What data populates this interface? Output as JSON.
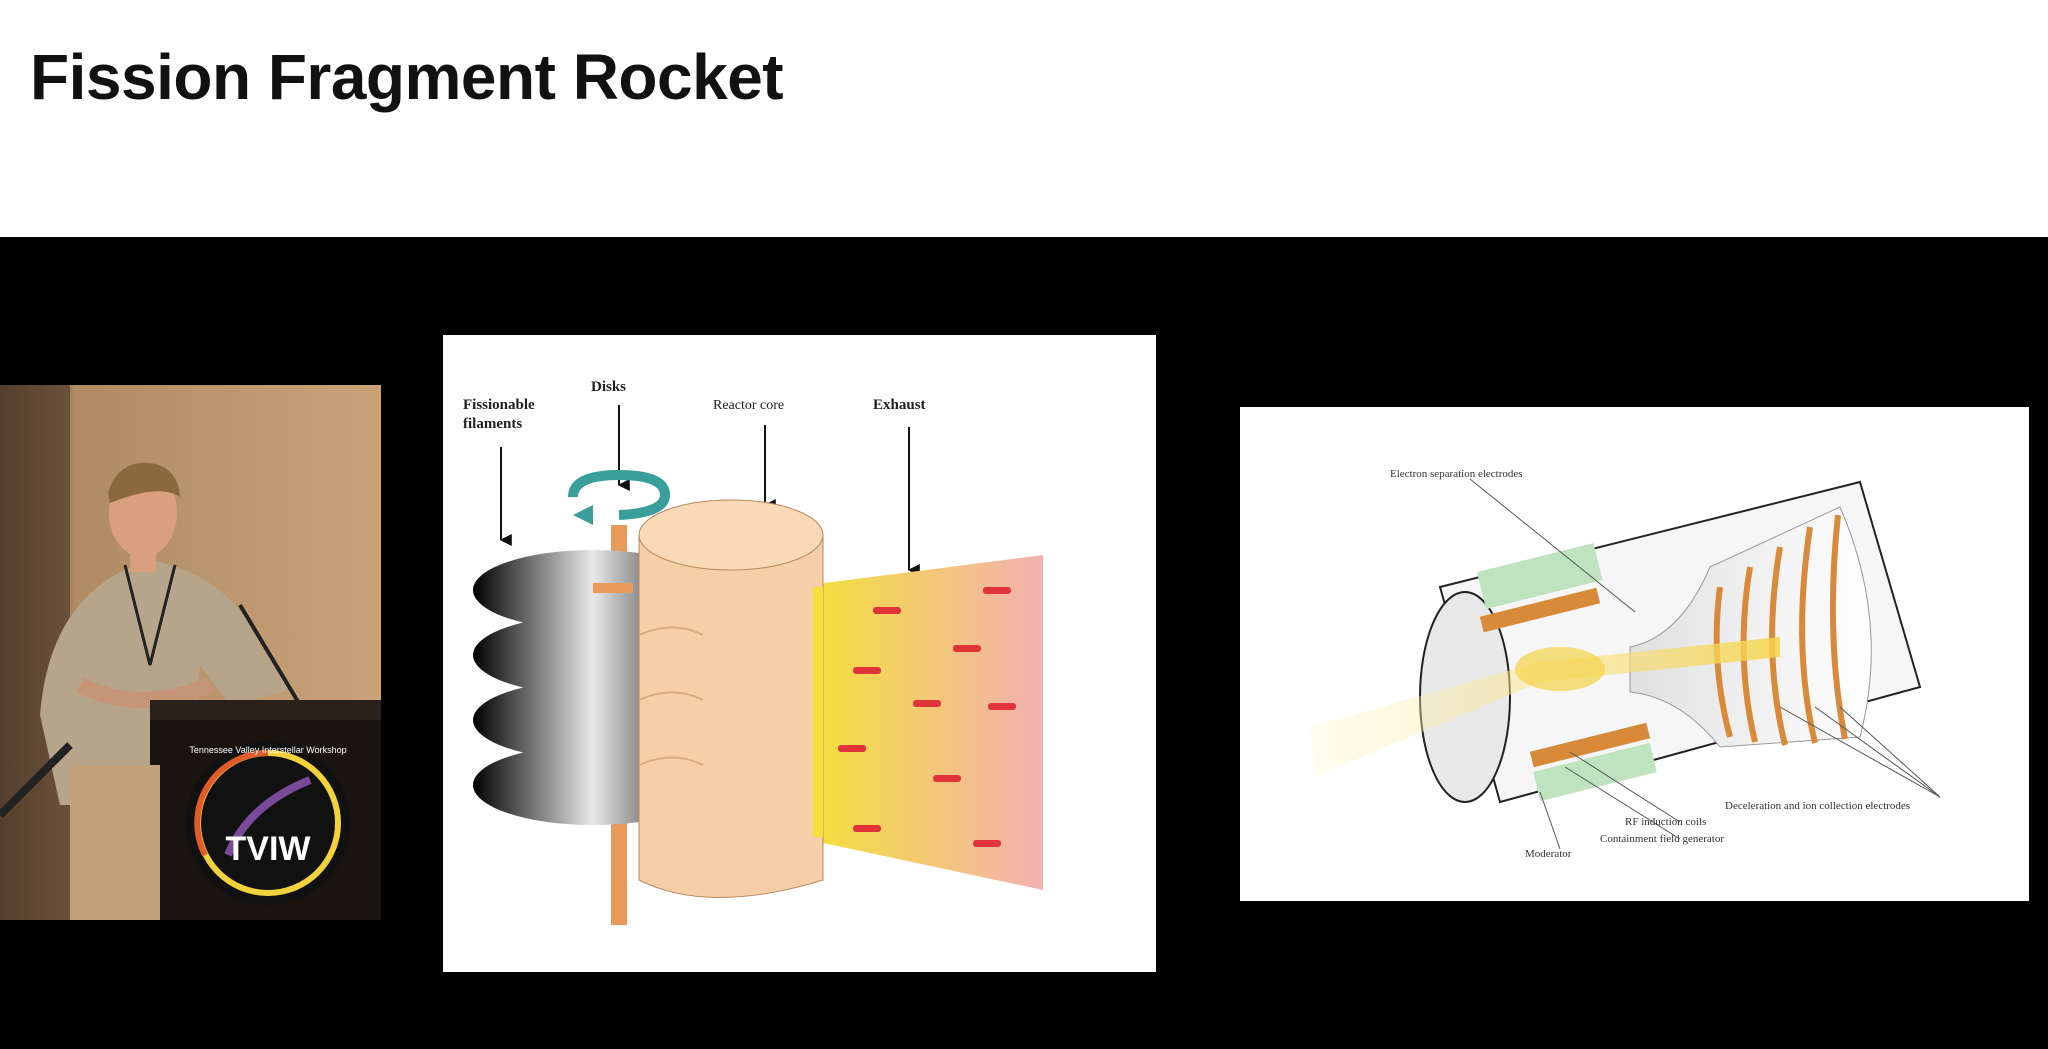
{
  "slide": {
    "title": "Fission Fragment Rocket"
  },
  "speaker_panel": {
    "podium_logo_text": "TVIW",
    "podium_logo_ring_text": "Tennessee Valley Interstellar Workshop"
  },
  "left_diagram": {
    "labels": {
      "fissionable_line1": "Fissionable",
      "fissionable_line2": "filaments",
      "disks": "Disks",
      "reactor_core": "Reactor core",
      "exhaust": "Exhaust"
    },
    "colors": {
      "rotation_arrow": "#3a9e9a",
      "core": "#f7cfa6",
      "axle": "#e89a5a",
      "exhaust_start": "#f5e03a",
      "exhaust_end": "#f2a8a8",
      "particle": "#e0343a"
    }
  },
  "right_diagram": {
    "labels": {
      "electron_separation": "Electron separation electrodes",
      "deceleration": "Deceleration and ion collection electrodes",
      "rf_coils": "RF induction coils",
      "containment": "Containment field generator",
      "moderator": "Moderator"
    },
    "colors": {
      "electrode_green": "#bfe2bf",
      "coil_orange": "#d88a3a",
      "beam_yellow": "#f5d34a"
    }
  }
}
